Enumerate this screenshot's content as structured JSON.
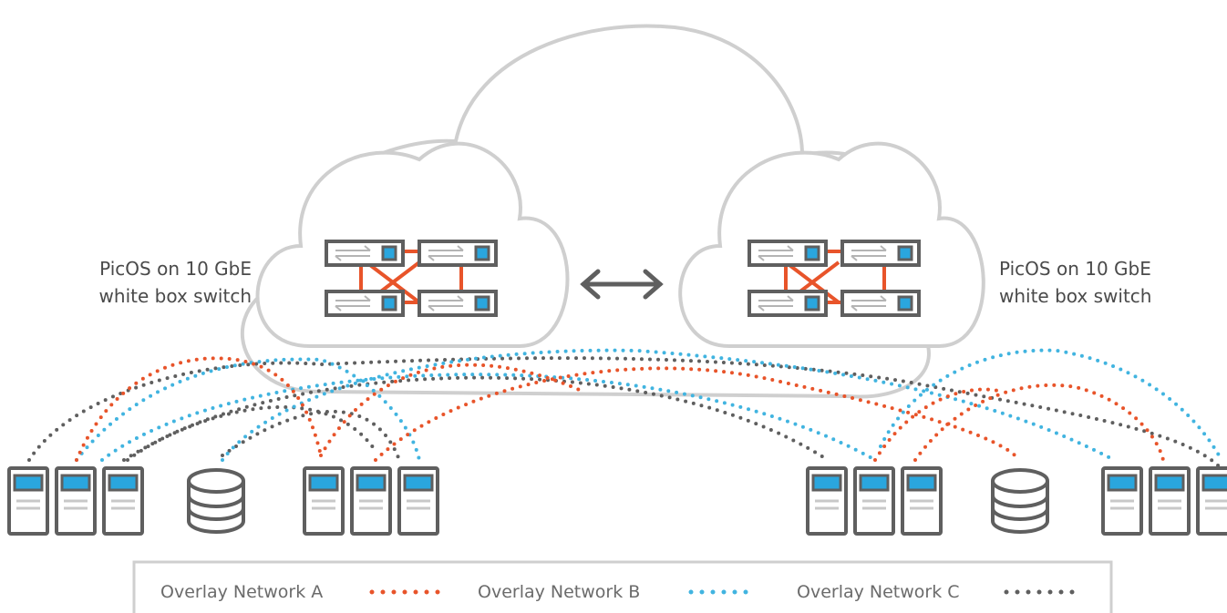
{
  "switch_label_left": {
    "line1": "PicOS on 10 GbE",
    "line2": "white box switch"
  },
  "switch_label_right": {
    "line1": "PicOS on 10 GbE",
    "line2": "white box switch"
  },
  "legend": {
    "items": [
      {
        "label": "Overlay Network A",
        "color": "#e8542a"
      },
      {
        "label": "Overlay Network B",
        "color": "#41b4e0"
      },
      {
        "label": "Overlay Network C",
        "color": "#5f5f5f"
      }
    ]
  },
  "colors": {
    "cloud": "#c8c8c8",
    "device": "#5f5f5f",
    "screen": "#2aa6de",
    "link": "#e8542a"
  },
  "icons": {
    "switch": "switch-icon",
    "server": "server-icon",
    "storage": "database-icon",
    "arrow": "double-arrow-icon"
  }
}
